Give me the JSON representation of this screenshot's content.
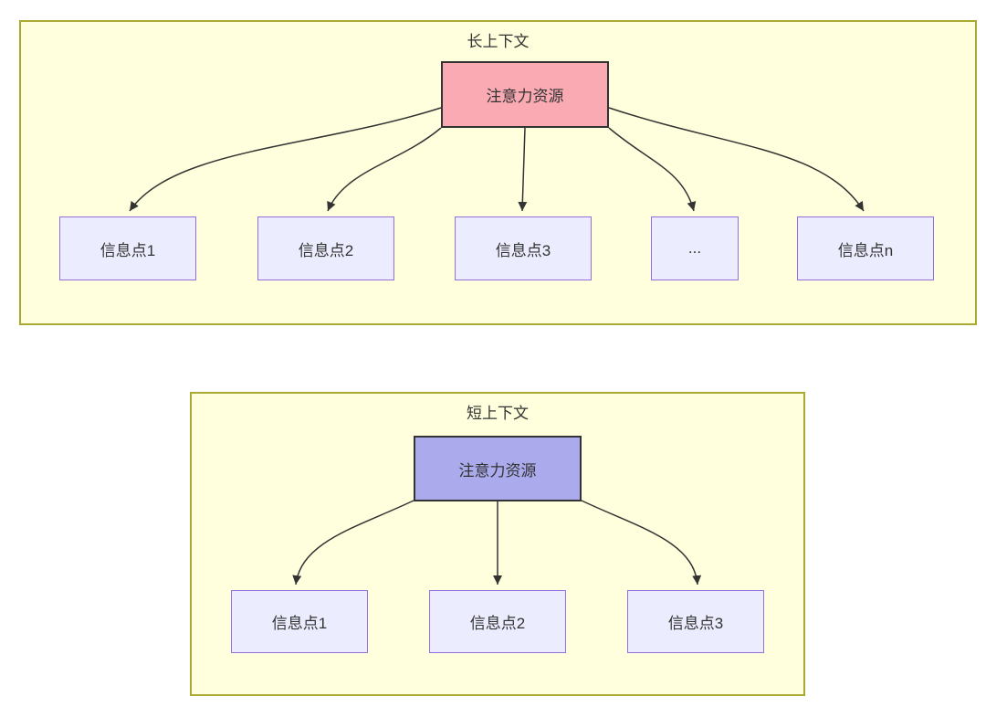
{
  "diagram": {
    "type": "flowchart-attention-comparison",
    "colors": {
      "text": "#333333",
      "edge": "#333333",
      "cluster_fill": "#ffffde",
      "cluster_border": "#aaaa33",
      "info_node_fill": "#ececff",
      "info_node_border": "#9370db",
      "long_attention_fill": "#f9aab3",
      "short_attention_fill": "#aaaaec",
      "attention_border": "#333333"
    },
    "long_context": {
      "title": "长上下文",
      "attention_node": {
        "label": "注意力资源"
      },
      "info_nodes": [
        {
          "label": "信息点1"
        },
        {
          "label": "信息点2"
        },
        {
          "label": "信息点3"
        },
        {
          "label": "..."
        },
        {
          "label": "信息点n"
        }
      ]
    },
    "short_context": {
      "title": "短上下文",
      "attention_node": {
        "label": "注意力资源"
      },
      "info_nodes": [
        {
          "label": "信息点1"
        },
        {
          "label": "信息点2"
        },
        {
          "label": "信息点3"
        }
      ]
    }
  }
}
